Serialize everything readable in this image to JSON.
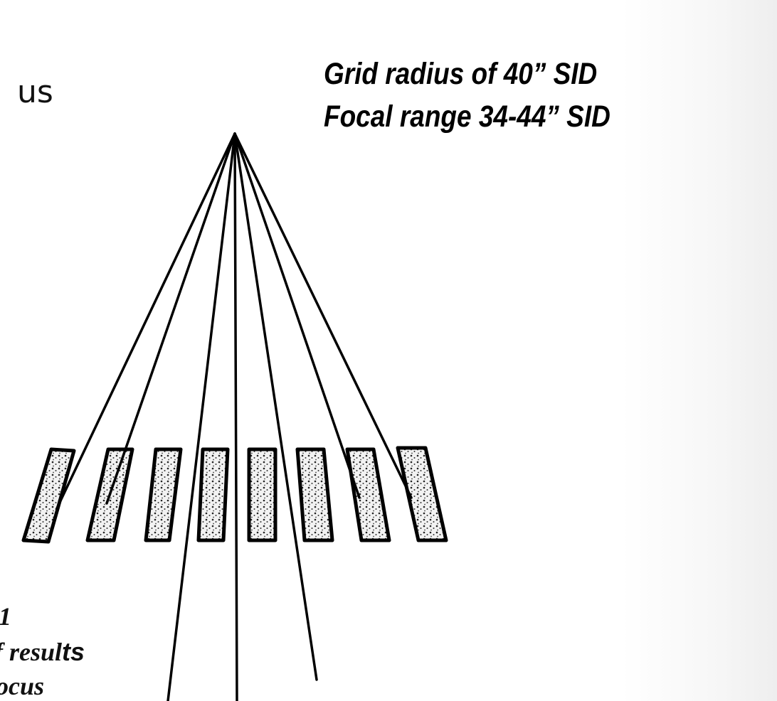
{
  "slide": {
    "title_fragment": "us",
    "heading_lines": [
      "Grid radius of 40” SID",
      "Focal range 34-44” SID"
    ],
    "caption_fragments": {
      "line1": "1",
      "line2_serif": "f resul",
      "line2_sans": "ts",
      "line3": "ocus"
    }
  },
  "diagram": {
    "type": "focused grid convergence",
    "grid_strip_count": 8,
    "ray_count": 7,
    "colors": {
      "ink": "#000000",
      "strip_fill": "#e4e4e4",
      "background_edge": "#eeeeee"
    }
  }
}
